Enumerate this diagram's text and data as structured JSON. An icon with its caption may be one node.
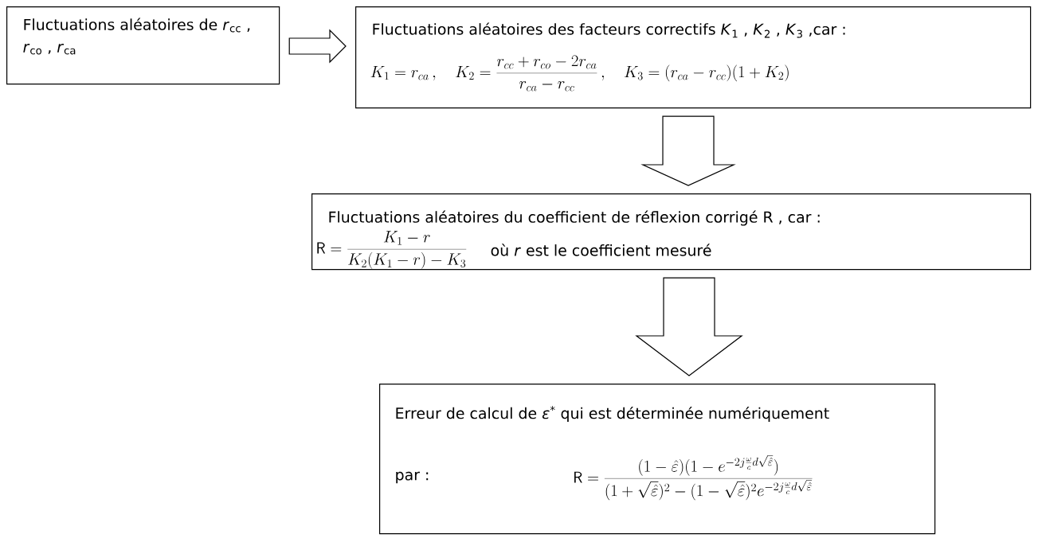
{
  "diagram": {
    "nodes": [
      {
        "text": [
          "Fluctuations aléatoires de *r*$_{cc}$ , *r*$_{co}$ , *r*$_{ca}$"
        ]
      },
      {
        "text": [
          "Fluctuations aléatoires des facteurs correctifs *K*$_{1}$ , *K*$_{2}$ , *K*$_{3}$ ,car :",
          "K_1 = r_{ca}\\,,\\quad K_2=\\frac{r_{cc}+r_{co}-2r_{ca}}{r_{ca}-r_{cc}}\\,,\\quad K_3=(r_{ca}-r_{cc})(1+K_2)"
        ]
      },
      {
        "text": [
          "Fluctuations aléatoires du coefficient de réflexion corrigé R , car :",
          "\\mathsf{R}=\\frac{K_1-r}{K_2(K_1-r)-K_3}",
          "où *r* est le coefficient mesuré"
        ]
      },
      {
        "text": [
          "Erreur de calcul de *ε*$^{*}$ qui est déterminée numériquement",
          "par :",
          "\\mathsf{R}=\\frac{(1-\\hat{\\varepsilon})(1-e^{-2j\\frac{\\omega}{c}d\\sqrt{\\hat{\\varepsilon}}})}{(1+\\sqrt{\\hat{\\varepsilon}})^2-(1-\\sqrt{\\hat{\\varepsilon}})^2e^{-2j\\frac{\\omega}{c}d\\sqrt{\\hat{\\varepsilon}}}}"
        ]
      }
    ],
    "edges": [
      {
        "from": 0,
        "to": 1,
        "arrow": "to"
      },
      {
        "from": 1,
        "to": 2,
        "arrow": "to"
      },
      {
        "from": 2,
        "to": 3,
        "arrow": "to"
      }
    ]
  }
}
